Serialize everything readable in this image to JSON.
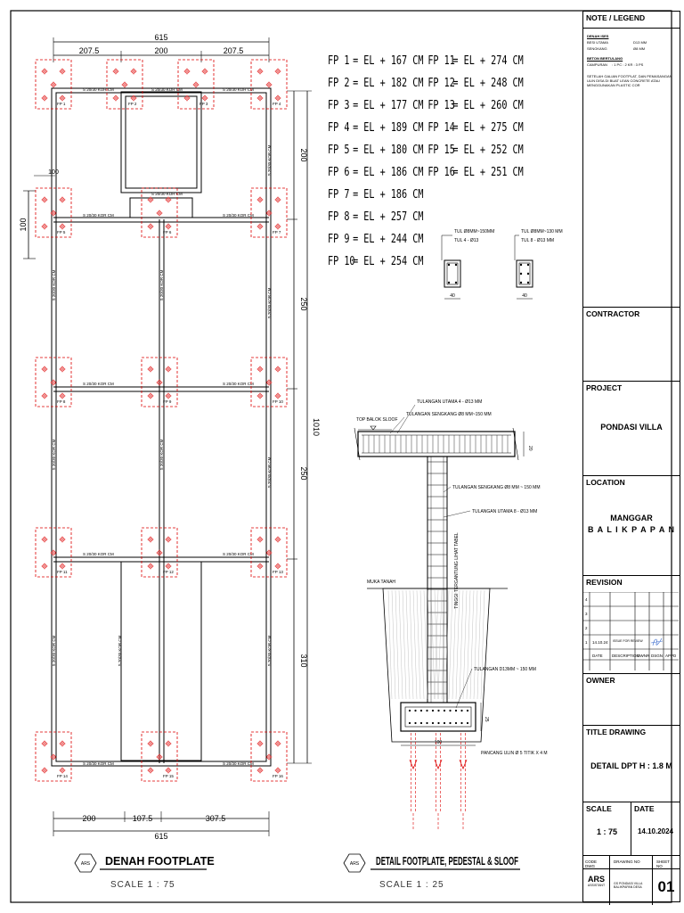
{
  "plan": {
    "dims_top": [
      "615",
      "207.5",
      "200",
      "207.5"
    ],
    "dims_bottom": [
      "200",
      "107.5",
      "307.5",
      "615"
    ],
    "dims_right": [
      "200",
      "250",
      "250",
      "310",
      "1010"
    ],
    "dim_left": "100",
    "dim_small": "100",
    "sloof_label": "S 20/30 KOR CM",
    "fp_labels": [
      "FP 1",
      "FP 2",
      "FP 3",
      "FP 4",
      "FP 5",
      "FP 6",
      "FP 7",
      "FP 8",
      "FP 9",
      "FP 10",
      "FP 11",
      "FP 12",
      "FP 13",
      "FP 14",
      "FP 15",
      "FP 16"
    ],
    "title": "DENAH FOOTPLATE",
    "scale": "SCALE 1 : 75",
    "badge": "ARS"
  },
  "footplate_list": [
    {
      "label": "FP 1",
      "value": "= EL + 167 CM"
    },
    {
      "label": "FP 2",
      "value": "= EL + 182 CM"
    },
    {
      "label": "FP 3",
      "value": "= EL + 177 CM"
    },
    {
      "label": "FP 4",
      "value": "= EL + 189 CM"
    },
    {
      "label": "FP 5",
      "value": "= EL + 180 CM"
    },
    {
      "label": "FP 6",
      "value": "= EL + 186 CM"
    },
    {
      "label": "FP 7",
      "value": "= EL + 186 CM"
    },
    {
      "label": "FP 8",
      "value": "= EL + 257 CM"
    },
    {
      "label": "FP 9",
      "value": "= EL + 244 CM"
    },
    {
      "label": "FP 10",
      "value": "= EL + 254 CM"
    },
    {
      "label": "FP 11",
      "value": "= EL + 274 CM"
    },
    {
      "label": "FP 12",
      "value": "= EL + 248 CM"
    },
    {
      "label": "FP 13",
      "value": "= EL + 260 CM"
    },
    {
      "label": "FP 14",
      "value": "= EL + 275 CM"
    },
    {
      "label": "FP 15",
      "value": "= EL + 252 CM"
    },
    {
      "label": "FP 16",
      "value": "= EL + 251 CM"
    }
  ],
  "sections": {
    "a_line1": "TUL Ø8MM~150MM",
    "a_line2": "TUL 4 - Ø13",
    "a_dim": "40",
    "b_line1": "TUL Ø8MM~130 MM",
    "b_line2": "TUL 8 - Ø13 MM",
    "b_dim": "40"
  },
  "detail": {
    "top_balok": "TOP BALOK SLOOF",
    "tul_utama_top": "TULANGAN UTAMA 4 - Ø13 MM",
    "tul_sengkang_top": "TULANGAN SENGKANG Ø8 MM~150 MM",
    "tul_sengkang_ped": "TULANGAN SENGKANG Ø8 MM ~ 150 MM",
    "tul_utama_ped": "TULANGAN UTAMA 8 - Ø13 MM",
    "muka_tanah": "MUKA TANAH",
    "elev_note": "TINGGI TERGANTUNG LIHAT TABEL",
    "tul_base": "TULANGAN D13MM ~ 150 MM",
    "pancang": "PANCANG ULIN Ø 5 TITIK X 4 M",
    "dim_sloof": "20",
    "dim_base": "25",
    "dim_width": "100",
    "title": "DETAIL FOOTPLATE, PEDESTAL & SLOOF",
    "scale": "SCALE 1 : 25",
    "badge": "ARS"
  },
  "titleblock": {
    "note_header": "NOTE / LEGEND",
    "note_sub1": "DENAH ISES",
    "note_items": [
      [
        "BESI UTAMA",
        "D13 MM"
      ],
      [
        "SENGKANG",
        "Ø8 MM"
      ]
    ],
    "note_sub2": "BETON BERTULANG",
    "note_mix_label": "CAMPURAN",
    "note_mix_value": ": 1 PC : 2 KR : 3 PS",
    "note_text": "SETELAH GALIAN FOOTPLAT, DAN PEMASANGAN ULIN DISA DI BUAT LEAN CONCRETE ATAU MENGGUNAKAN PLASTIC COR",
    "contractor_label": "CONTRACTOR",
    "project_label": "PROJECT",
    "project_value": "PONDASI VILLA",
    "location_label": "LOCATION",
    "location_line1": "MANGGAR",
    "location_line2": "B A L I K P A P A N",
    "revision_label": "REVISION",
    "rev_rows": [
      "4",
      "3",
      "2",
      "1"
    ],
    "rev_row1": {
      "date": "14.10.24",
      "desc": "ISSUE FOR REVIEW"
    },
    "rev_headers": [
      "DATE",
      "DESCRIPTION",
      "OWNR",
      "DSGN",
      "APPD"
    ],
    "owner_label": "OWNER",
    "title_drawing_label": "TITLE DRAWING",
    "title_drawing_value": "DETAIL DPT H : 1.8 M",
    "scale_label": "SCALE",
    "date_label": "DATE",
    "scale_value": "1 : 75",
    "date_value": "14.10.2024",
    "code_label": "CODE DWG",
    "drawing_no_label": "DRAWING NO",
    "sheet_no_label": "SHEET NO",
    "code_value": "ARS",
    "code_sub": "ASSISTANT",
    "drawing_no_value": "GS PONDASI VILLA BALIKPAPAN DESA",
    "sheet_no_value": "01"
  }
}
